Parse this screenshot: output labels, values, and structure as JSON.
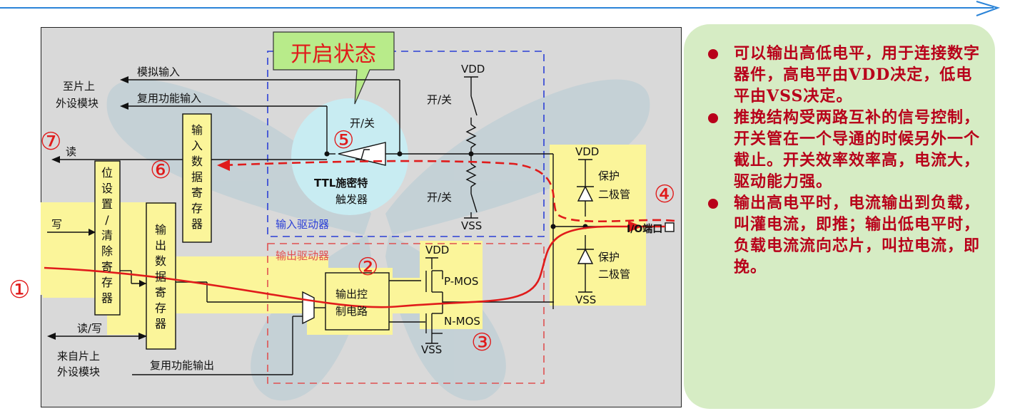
{
  "diagram": {
    "callout_title": "开启状态",
    "labels": {
      "analog_input": "模拟输入",
      "alt_func_input": "复用功能输入",
      "to_peripheral_line1": "至片上",
      "to_peripheral_line2": "外设模块",
      "read": "读",
      "write": "写",
      "read_write": "读/写",
      "from_peripheral_line1": "来自片上",
      "from_peripheral_line2": "外设模块",
      "alt_func_output": "复用功能输出",
      "bit_set_reset_reg": [
        "位",
        "设",
        "置",
        "/",
        "清",
        "除",
        "寄",
        "存",
        "器"
      ],
      "output_data_reg": [
        "输",
        "出",
        "数",
        "据",
        "寄",
        "存",
        "器"
      ],
      "input_data_reg": [
        "输",
        "入",
        "数",
        "据",
        "寄",
        "存",
        "器"
      ],
      "ttl_line1": "TTL施密特",
      "ttl_line2": "触发器",
      "switch_top": "开/关",
      "switch_mid": "开/关",
      "switch_bottom": "开/关",
      "input_driver": "输入驱动器",
      "output_driver": "输出驱动器",
      "output_ctrl_line1": "输出控",
      "output_ctrl_line2": "制电路",
      "pmos": "P-MOS",
      "nmos": "N-MOS",
      "vdd": "VDD",
      "vss": "VSS",
      "protect_diode_line1": "保护",
      "protect_diode_line2": "二极管",
      "io_pin": "I/O端口"
    },
    "markers": [
      "①",
      "②",
      "③",
      "④",
      "⑤",
      "⑥",
      "⑦"
    ]
  },
  "notes": [
    "可以输出高低电平，用于连接数字器件，高电平由VDD决定，低电平由VSS决定。",
    "推挽结构受两路互补的信号控制，开关管在一个导通的时候另外一个截止。开关效率效率高，电流大，驱动能力强。",
    "输出高电平时，电流输出到负载，叫灌电流，即推；输出低电平时，负载电流流向芯片，叫拉电流，即挽。"
  ],
  "colors": {
    "highlight_yellow": "#fbf59a",
    "signal_red": "#e01b1b",
    "input_driver_blue": "#2b3fd6",
    "note_green": "#d6ecc4",
    "note_text": "#b8001a",
    "callout_green": "#b8eb8a",
    "circle_cyan": "#c8ecf2",
    "topline_blue": "#2b84d8"
  }
}
